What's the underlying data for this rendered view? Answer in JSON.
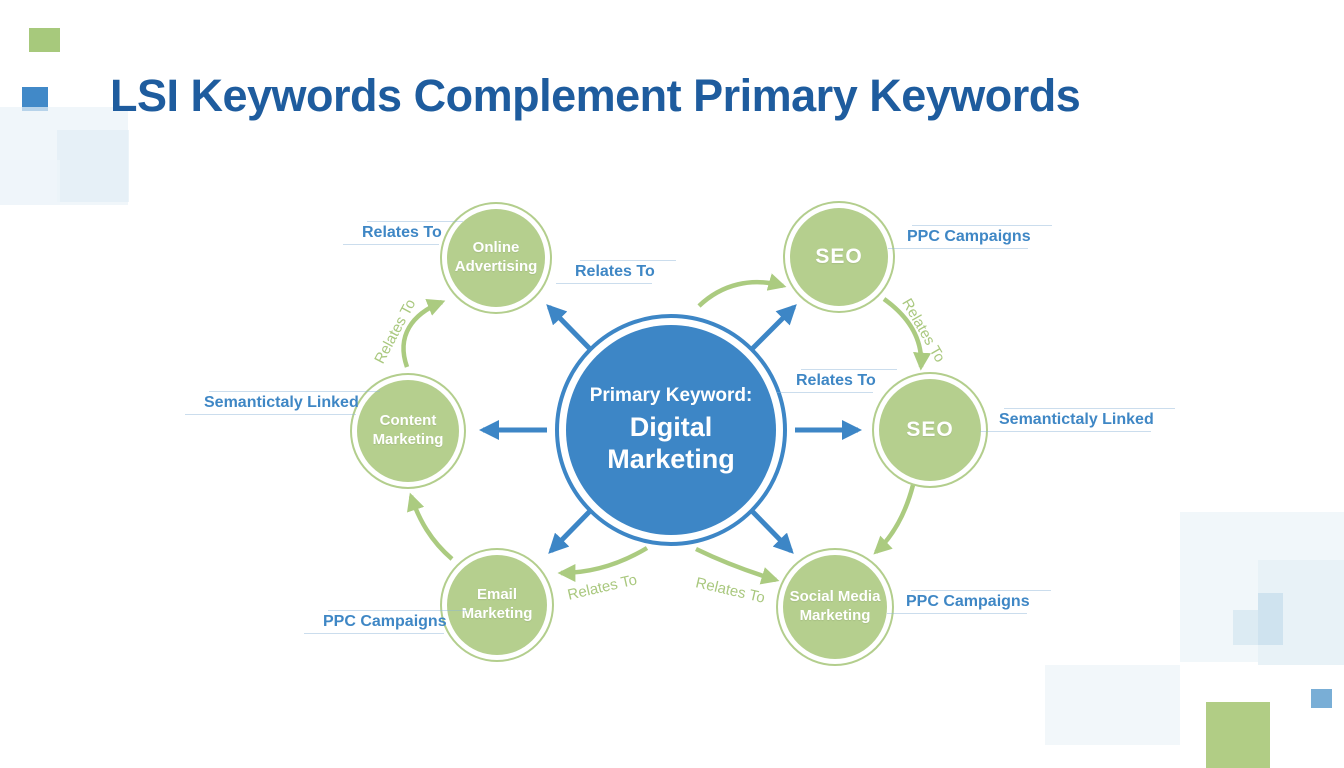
{
  "title": "LSI Keywords Complement Primary Keywords",
  "center_node": {
    "prefix": "Primary Keyword:",
    "keyword_line1": "Digital",
    "keyword_line2": "Marketing"
  },
  "nodes": {
    "online_advertising": {
      "label": "Online Advertising"
    },
    "seo_top": {
      "label": "SEO"
    },
    "seo_right": {
      "label": "SEO"
    },
    "content_marketing": {
      "label": "Content Marketing"
    },
    "email_marketing": {
      "label": "Email Marketing"
    },
    "social_media": {
      "label": "Social Media Marketing"
    }
  },
  "labels": {
    "relates_to": "Relates To",
    "ppc_campaigns": "PPC Campaigns",
    "semantically_linked": "Semantictaly Linked"
  },
  "palette": {
    "title_blue": "#1e5c9e",
    "label_blue": "#3f87c5",
    "center_blue": "#3d86c6",
    "node_green_fill": "#b5cf8e",
    "node_green_ring": "#a6c579",
    "arrow_green": "#abcb80",
    "deco_green": "#a7c97c",
    "deco_blue": "#4189c8"
  }
}
